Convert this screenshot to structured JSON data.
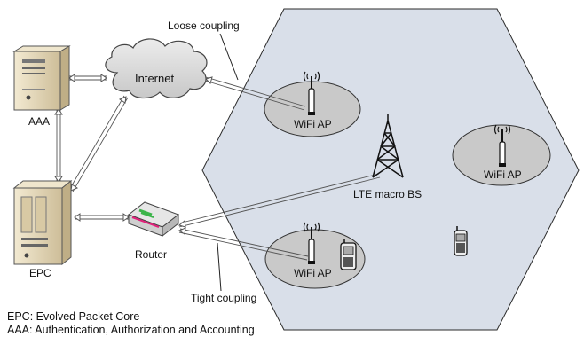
{
  "labels": {
    "aaa": "AAA",
    "epc": "EPC",
    "internet": "Internet",
    "router": "Router",
    "lte_bs": "LTE macro BS",
    "wifi_ap_top": "WiFi AP",
    "wifi_ap_right": "WiFi AP",
    "wifi_ap_bottom": "WiFi AP",
    "loose_coupling": "Loose coupling",
    "tight_coupling": "Tight coupling"
  },
  "legend": {
    "epc_def": "EPC: Evolved Packet Core",
    "aaa_def": "AAA: Authentication, Authorization and Accounting"
  },
  "colors": {
    "cell_fill": "#d9dfe9",
    "hotspot_fill": "#c9c9c9",
    "server_fill": "#e8dcc0",
    "cloud_fill": "#dadada"
  },
  "icons": [
    "server-icon",
    "cloud-icon",
    "router-icon",
    "tower-icon",
    "access-point-icon",
    "mobile-phone-icon"
  ]
}
